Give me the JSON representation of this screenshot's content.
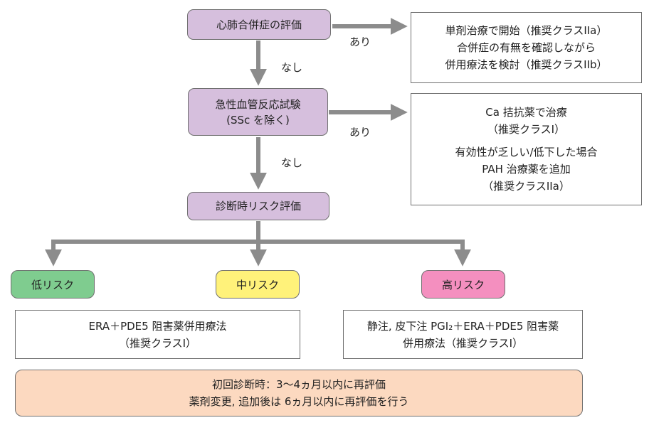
{
  "colors": {
    "node_fill": "#d6bfdd",
    "low_risk": "#7fcc8f",
    "mid_risk": "#fff27a",
    "high_risk": "#f48fbf",
    "footer_fill": "#fcd9c0",
    "arrow": "#8c8c8c",
    "border": "#6f6f6f"
  },
  "nodes": {
    "comorbidity": "心肺合併症の評価",
    "vasoreactivity": [
      "急性血管反応試験",
      "(SSc を除く)"
    ],
    "risk_assessment": "診断時リスク評価"
  },
  "edges": {
    "yes1": "あり",
    "no1": "なし",
    "yes2": "あり",
    "no2": "なし"
  },
  "notes": {
    "comorbidity_yes": [
      "単剤治療で開始（推奨クラスIIa）",
      "合併症の有無を確認しながら",
      "併用療法を検討（推奨クラスIIb）"
    ],
    "vaso_yes_a": [
      "Ca 拮抗薬で治療",
      "（推奨クラスI）"
    ],
    "vaso_yes_b": [
      "有効性が乏しい/低下した場合",
      "PAH 治療薬を追加",
      "（推奨クラスIIa）"
    ]
  },
  "risk": {
    "low": "低リスク",
    "mid": "中リスク",
    "high": "高リスク"
  },
  "treatments": {
    "low": [
      "ERA＋PDE5 阻害薬併用療法",
      "（推奨クラスI）"
    ],
    "high": [
      "静注, 皮下注 PGI₂＋ERA＋PDE5 阻害薬",
      "併用療法（推奨クラスI）"
    ]
  },
  "footer": [
    "初回診断時：3〜4ヵ月以内に再評価",
    "薬剤変更, 追加後は 6ヵ月以内に再評価を行う"
  ]
}
